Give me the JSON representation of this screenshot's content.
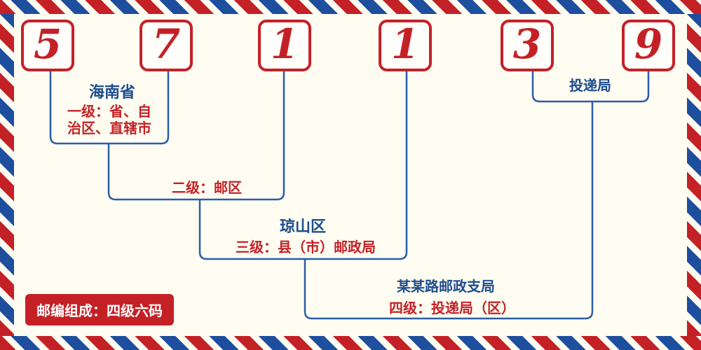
{
  "postal": {
    "digits": [
      "5",
      "7",
      "1",
      "1",
      "3",
      "9"
    ],
    "labels": {
      "level1_name": "海南省",
      "level1_desc_line1": "一级：省、自",
      "level1_desc_line2": "治区、直辖市",
      "level2_desc": "二级：邮区",
      "level3_name": "琼山区",
      "level3_desc": "三级：县（市）邮政局",
      "level4_name": "某某路邮政支局",
      "level4_desc": "四级：投递局（区）",
      "delivery_office": "投递局",
      "footer": "邮编组成：四级六码"
    },
    "colors": {
      "digit_red": "#c42127",
      "line_blue": "#2b5ca8",
      "navy": "#1d4c8f",
      "stripe_red": "#c42127",
      "stripe_blue": "#1e4f9e"
    }
  }
}
